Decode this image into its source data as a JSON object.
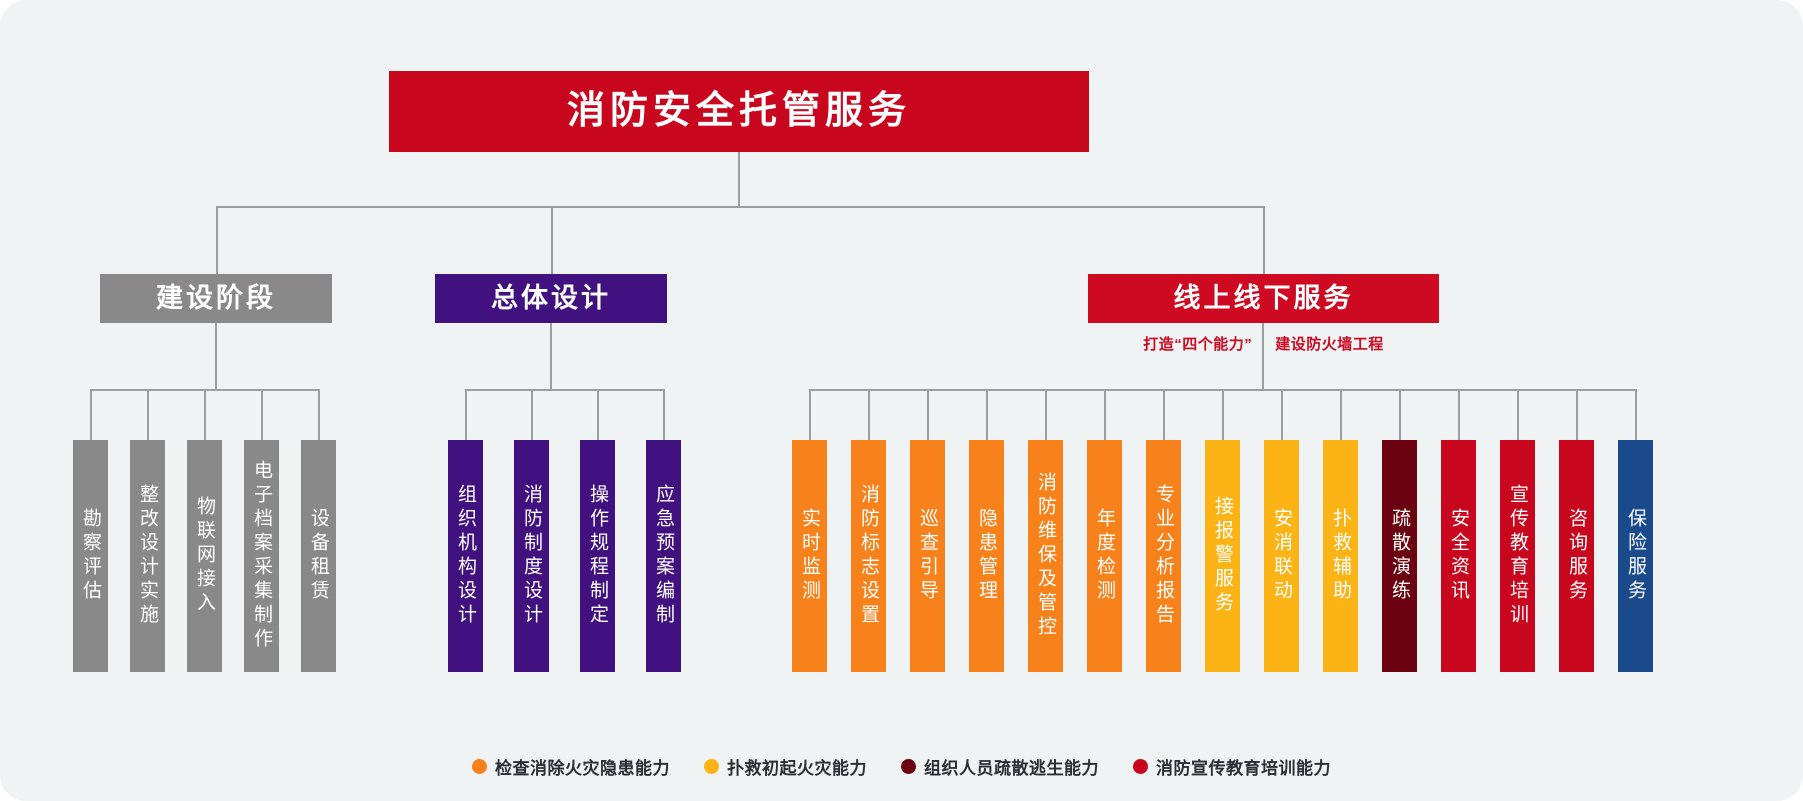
{
  "root": {
    "label": "消防安全托管服务",
    "color": "#c8061d"
  },
  "branches": [
    {
      "key": "construction",
      "label": "建设阶段",
      "color": "#898989"
    },
    {
      "key": "design",
      "label": "总体设计",
      "color": "#40117f"
    },
    {
      "key": "service",
      "label": "线上线下服务",
      "color": "#cd0a22"
    }
  ],
  "service_subtitle": {
    "left": "打造“四个能力”",
    "right": "建设防火墙工程"
  },
  "construction_items": [
    {
      "label": "勘察评估",
      "color": "#898989"
    },
    {
      "label": "整改设计实施",
      "color": "#898989"
    },
    {
      "label": "物联网接入",
      "color": "#898989"
    },
    {
      "label": "电子档案采集制作",
      "color": "#898989"
    },
    {
      "label": "设备租赁",
      "color": "#898989"
    }
  ],
  "design_items": [
    {
      "label": "组织机构设计",
      "color": "#40117f"
    },
    {
      "label": "消防制度设计",
      "color": "#40117f"
    },
    {
      "label": "操作规程制定",
      "color": "#40117f"
    },
    {
      "label": "应急预案编制",
      "color": "#40117f"
    }
  ],
  "service_items": [
    {
      "label": "实时监测",
      "color": "#f7821b"
    },
    {
      "label": "消防标志设置",
      "color": "#f7821b"
    },
    {
      "label": "巡查引导",
      "color": "#f7821b"
    },
    {
      "label": "隐患管理",
      "color": "#f7821b"
    },
    {
      "label": "消防维保及管控",
      "color": "#f7821b"
    },
    {
      "label": "年度检测",
      "color": "#f7821b"
    },
    {
      "label": "专业分析报告",
      "color": "#f7821b"
    },
    {
      "label": "接报警服务",
      "color": "#fbb316"
    },
    {
      "label": "安消联动",
      "color": "#fbb316"
    },
    {
      "label": "扑救辅助",
      "color": "#fbb316"
    },
    {
      "label": "疏散演练",
      "color": "#6b0410"
    },
    {
      "label": "安全资讯",
      "color": "#c8061d"
    },
    {
      "label": "宣传教育培训",
      "color": "#c8061d"
    },
    {
      "label": "咨询服务",
      "color": "#c8061d"
    },
    {
      "label": "保险服务",
      "color": "#1a4a8c"
    }
  ],
  "legend": [
    {
      "color": "#f7821b",
      "label": "检查消除火灾隐患能力"
    },
    {
      "color": "#fbb316",
      "label": "扑救初起火灾能力"
    },
    {
      "color": "#6b0410",
      "label": "组织人员疏散逃生能力"
    },
    {
      "color": "#c8061d",
      "label": "消防宣传教育培训能力"
    }
  ]
}
